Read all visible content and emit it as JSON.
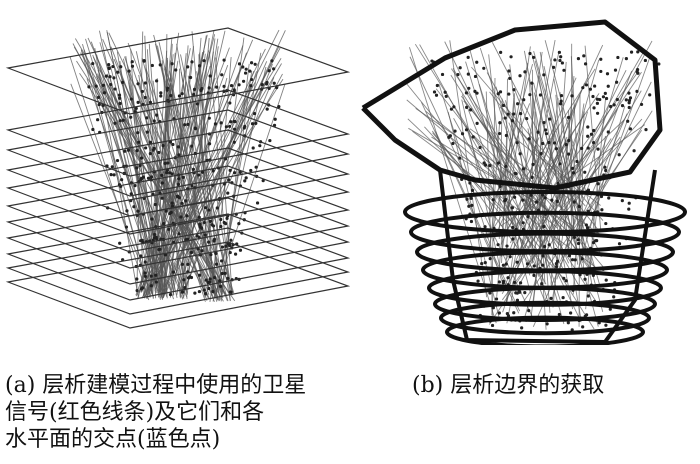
{
  "panel_a": {
    "caption_lines": [
      "(a) 层析建模过程中使用的卫星",
      "信号(红色线条)及它们和各",
      "水平面的交点(蓝色点)"
    ]
  },
  "panel_b": {
    "caption_lines": [
      "(b) 层析边界的获取"
    ]
  },
  "colors": {
    "plane_line": "#333333",
    "ray": "#555555",
    "point": "#222222",
    "boundary": "#111111"
  }
}
